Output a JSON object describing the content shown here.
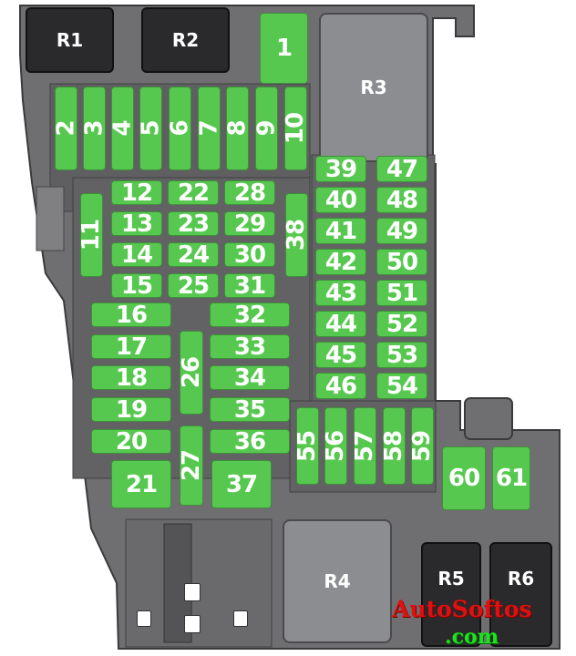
{
  "relays": {
    "R1": "R1",
    "R2": "R2",
    "R3": "R3",
    "R4": "R4",
    "R5": "R5",
    "R6": "R6"
  },
  "fuses": [
    "1",
    "2",
    "3",
    "4",
    "5",
    "6",
    "7",
    "8",
    "9",
    "10",
    "11",
    "12",
    "13",
    "14",
    "15",
    "16",
    "17",
    "18",
    "19",
    "20",
    "21",
    "22",
    "23",
    "24",
    "25",
    "26",
    "27",
    "28",
    "29",
    "30",
    "31",
    "32",
    "33",
    "34",
    "35",
    "36",
    "37",
    "38",
    "39",
    "40",
    "41",
    "42",
    "43",
    "44",
    "45",
    "46",
    "47",
    "48",
    "49",
    "50",
    "51",
    "52",
    "53",
    "54",
    "55",
    "56",
    "57",
    "58",
    "59",
    "60",
    "61"
  ],
  "watermark": {
    "name": "AutoSoftos",
    "suffix": ".com"
  },
  "colors": {
    "fuse": "#57c84f",
    "housing": "#6f6f71",
    "relay_dark": "#2a2a2c",
    "relay_gray": "#8c8d91"
  }
}
